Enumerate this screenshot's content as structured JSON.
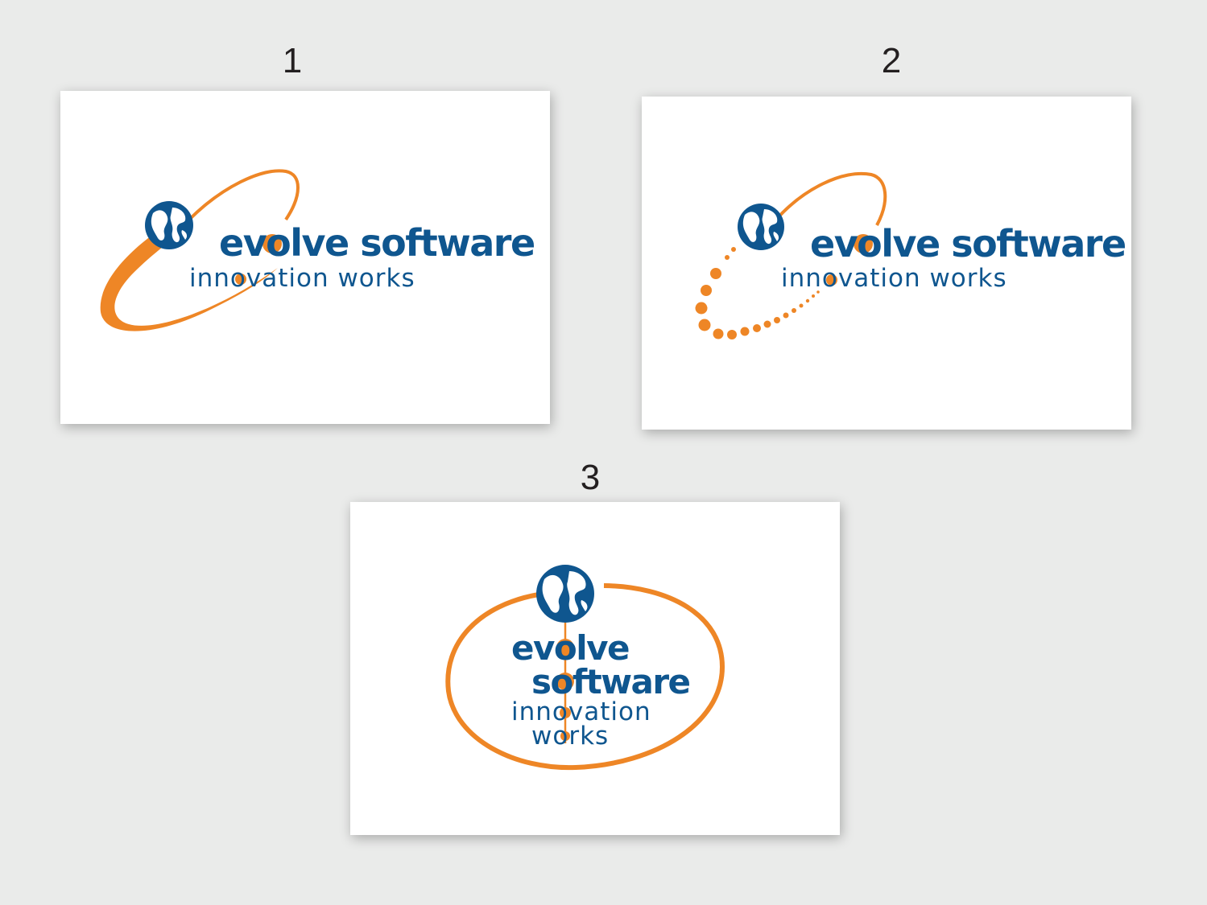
{
  "options": [
    {
      "number": "1",
      "brand_line": "evolve software",
      "tagline": "innovation works",
      "orbit_style": "solid-swoosh"
    },
    {
      "number": "2",
      "brand_line": "evolve software",
      "tagline": "innovation works",
      "orbit_style": "dotted-swoosh"
    },
    {
      "number": "3",
      "brand_line_1": "evolve",
      "brand_line_2": "software",
      "tagline_1": "innovation",
      "tagline_2": "works",
      "orbit_style": "ellipse-ring"
    }
  ],
  "colors": {
    "background": "#eaebea",
    "card": "#ffffff",
    "brand_blue": "#0f568f",
    "brand_orange": "#ee8626",
    "label": "#231f20"
  },
  "icons": [
    "globe-icon"
  ]
}
